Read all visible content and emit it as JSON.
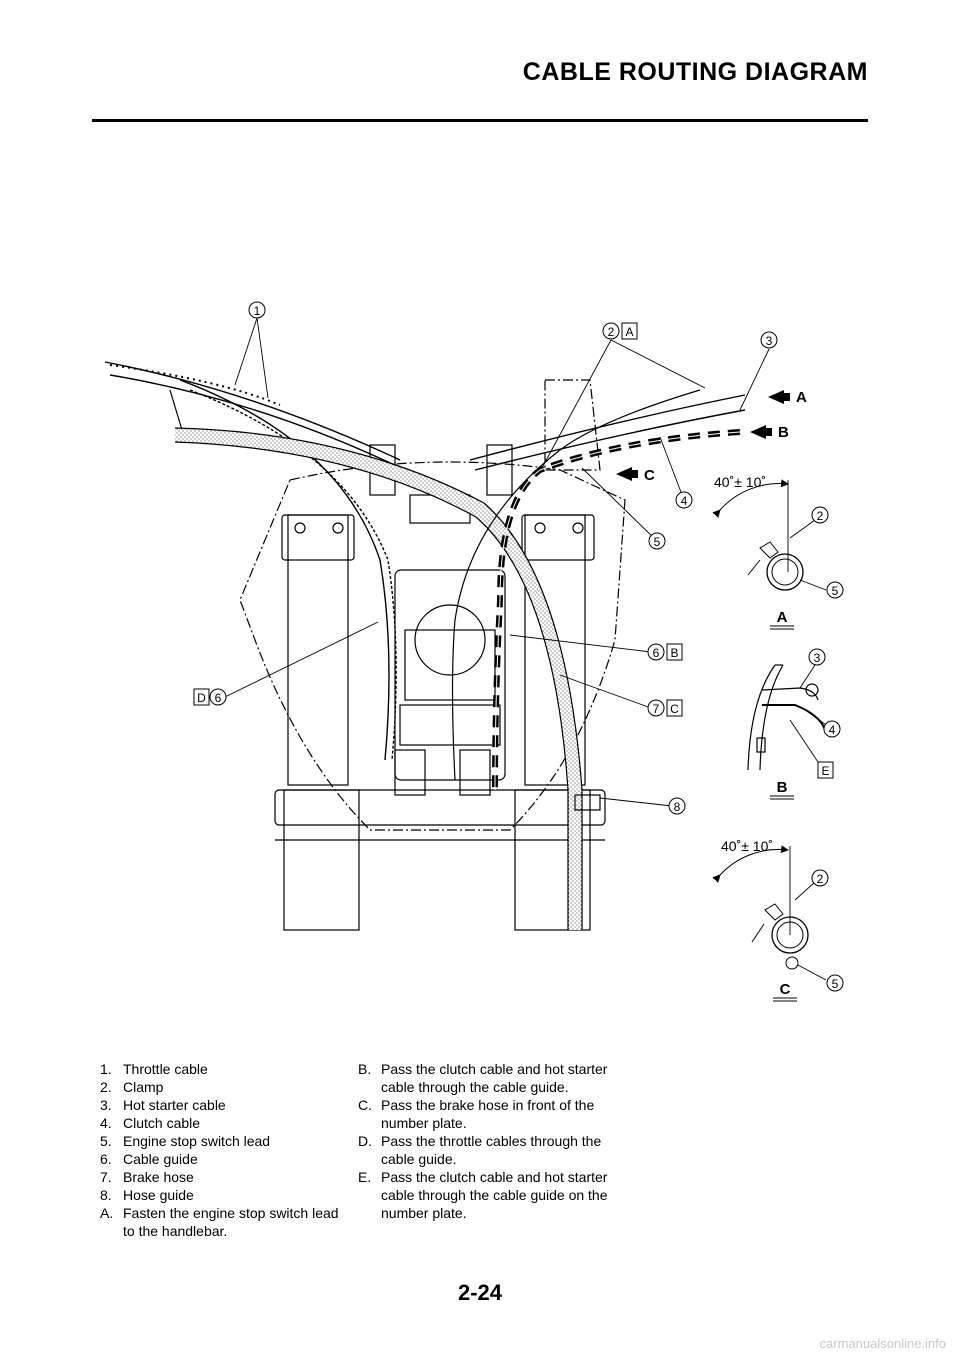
{
  "header": {
    "title": "CABLE ROUTING DIAGRAM"
  },
  "diagram": {
    "callouts": {
      "c1": "1",
      "c2": "2",
      "c3": "3",
      "c4": "4",
      "c5": "5",
      "c6": "6",
      "c6b": "6",
      "c7": "7",
      "c8": "8",
      "d2": "2",
      "d5": "5",
      "d3": "3",
      "d4": "4",
      "d2c": "2",
      "d5c": "5"
    },
    "boxed_letters": {
      "a": "A",
      "b": "B",
      "c": "C",
      "d": "D",
      "e": "E"
    },
    "direction_arrows": {
      "a": "A",
      "b": "B",
      "c": "C"
    },
    "detail_views": {
      "a": "A",
      "b": "B",
      "c": "C"
    },
    "angle_spec": "40˚± 10˚"
  },
  "legend": {
    "col1": [
      {
        "key": "1.",
        "text": "Throttle cable"
      },
      {
        "key": "2.",
        "text": "Clamp"
      },
      {
        "key": "3.",
        "text": "Hot starter cable"
      },
      {
        "key": "4.",
        "text": "Clutch cable"
      },
      {
        "key": "5.",
        "text": "Engine stop switch lead"
      },
      {
        "key": "6.",
        "text": "Cable guide"
      },
      {
        "key": "7.",
        "text": "Brake hose"
      },
      {
        "key": "8.",
        "text": "Hose guide"
      },
      {
        "key": "A.",
        "text": "Fasten the engine stop switch lead to the handlebar."
      }
    ],
    "col2": [
      {
        "key": "B.",
        "text": "Pass the clutch cable and hot starter cable through the cable guide."
      },
      {
        "key": "C.",
        "text": "Pass the brake hose in front of the number plate."
      },
      {
        "key": "D.",
        "text": "Pass the throttle cables through the cable guide."
      },
      {
        "key": "E.",
        "text": "Pass the clutch cable and hot starter cable through the cable guide on the number plate."
      }
    ]
  },
  "footer": {
    "page_number": "2-24",
    "watermark": "carmanualsonline.info"
  },
  "colors": {
    "ink": "#000000",
    "paper": "#ffffff",
    "watermark": "#c8c8c8"
  }
}
